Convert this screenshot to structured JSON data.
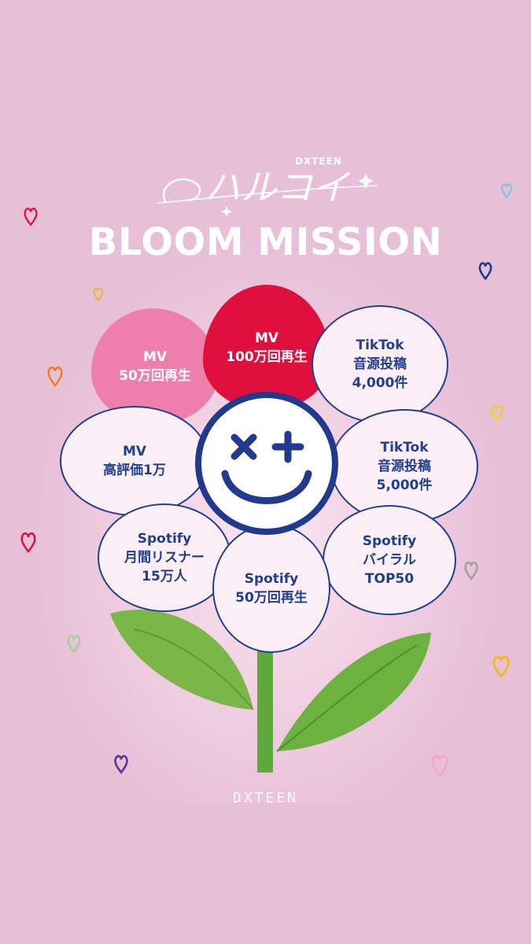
{
  "header": {
    "brand_small": "DXTEEN",
    "logo_text": "ハルコイ",
    "title": "BLOOM MISSION"
  },
  "petals": [
    {
      "id": "mv-50man",
      "text": "MV\n50万回再生",
      "style": "pink"
    },
    {
      "id": "mv-100man",
      "text": "MV\n100万回再生",
      "style": "red"
    },
    {
      "id": "tiktok-4000",
      "text": "TikTok\n音源投稿\n4,000件",
      "style": "white"
    },
    {
      "id": "mv-likes",
      "text": "MV\n高評価1万",
      "style": "white"
    },
    {
      "id": "tiktok-5000",
      "text": "TikTok\n音源投稿\n5,000件",
      "style": "white"
    },
    {
      "id": "spotify-listeners",
      "text": "Spotify\n月間リスナー\n15万人",
      "style": "white"
    },
    {
      "id": "spotify-50man",
      "text": "Spotify\n50万回再生",
      "style": "white"
    },
    {
      "id": "spotify-viral",
      "text": "Spotify\nバイラル\nTOP50",
      "style": "white"
    }
  ],
  "footer": {
    "brand": "DXTEEN"
  },
  "colors": {
    "background": "#e7bfd7",
    "navy": "#213a8e",
    "pink": "#ee7fad",
    "red": "#e0103e",
    "leaf": "#7ab648",
    "stem": "#5fa83c"
  }
}
